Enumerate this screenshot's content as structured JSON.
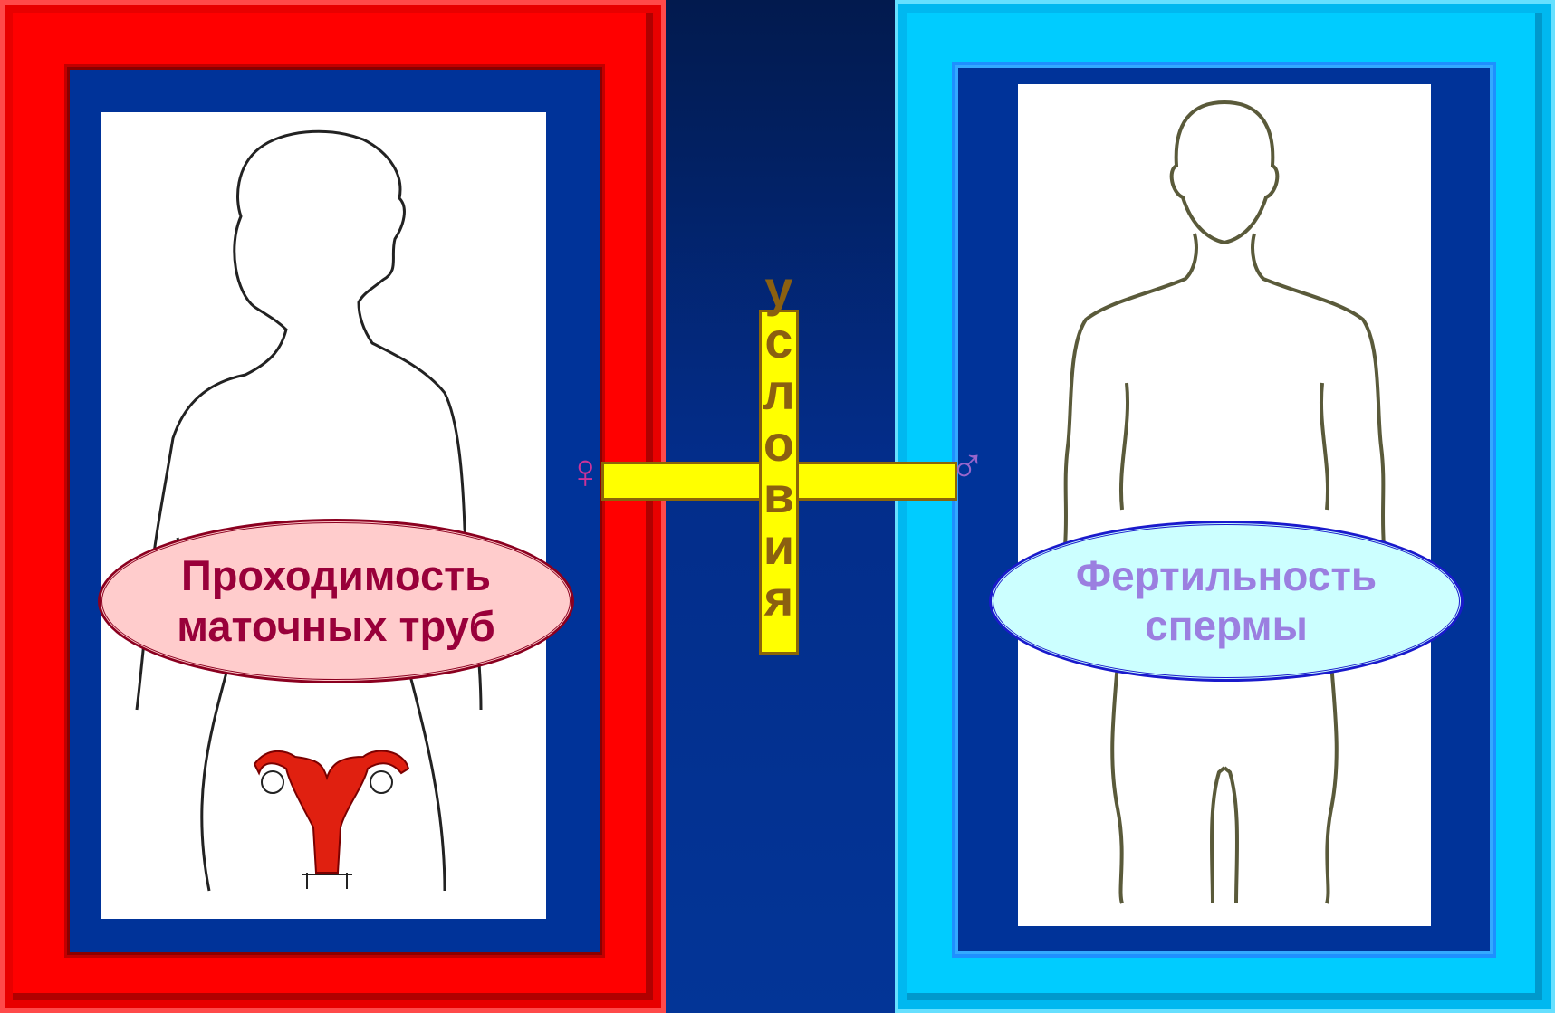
{
  "left_card": {
    "label_line1": "Проходимость",
    "label_line2": "маточных труб",
    "frame_color": "#ff0000",
    "organ_color": "#e02010"
  },
  "right_card": {
    "label_line1": "Фертильность",
    "label_line2": "спермы",
    "frame_color": "#00ccff"
  },
  "center": {
    "vertical_word": [
      "у",
      "с",
      "л",
      "о",
      "в",
      "и",
      "я"
    ],
    "female_symbol": "♀",
    "male_symbol": "♂",
    "cross_color": "#ffff00"
  }
}
